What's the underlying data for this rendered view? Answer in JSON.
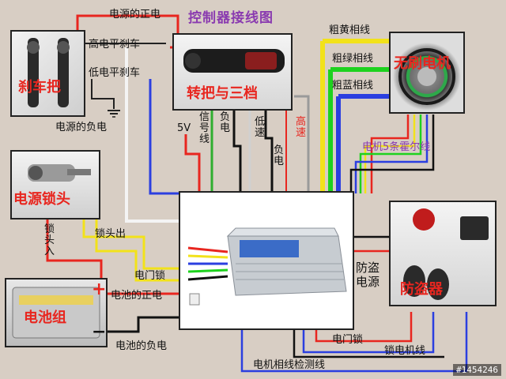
{
  "title": "控制器接线图",
  "components": {
    "brake": "刹车把",
    "throttle": "转把与三档",
    "motor": "无刷电机",
    "lock": "电源锁头",
    "battery": "电池组",
    "alarm": "防盗器"
  },
  "labels": {
    "power_positive": "电源的正电",
    "high_brake": "高电平刹车",
    "low_brake": "低电平刹车",
    "power_negative": "电源的负电",
    "v5": "5V",
    "signal_line": "信号线",
    "negative": "负电",
    "low_speed": "低速",
    "negative2": "负电",
    "high_speed": "高速",
    "thick_yellow": "粗黄相线",
    "thick_green": "粗绿相线",
    "thick_blue": "粗蓝相线",
    "hall_lines": "电机5条霍尔线",
    "lock_in": "锁头入",
    "lock_out": "锁头出",
    "ignition": "电门锁",
    "battery_positive": "电池的正电",
    "battery_negative": "电池的负电",
    "antitheft_power": "防盗电源",
    "ignition2": "电门锁",
    "lock_motor_line": "锁电机线",
    "phase_detect": "电机相线检测线",
    "plus_sign": "+",
    "minus_sign": "−",
    "watermark": "#1454246"
  },
  "colors": {
    "accent_red": "#e8261f",
    "title_purple": "#8a3bb0"
  }
}
